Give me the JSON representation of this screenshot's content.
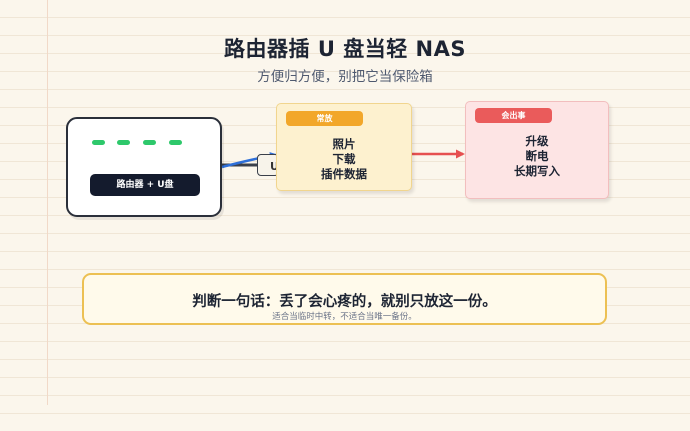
{
  "header": {
    "title": "路由器插 U 盘当轻 NAS",
    "subtitle": "方便归方便，别把它当保险箱"
  },
  "router": {
    "label": "路由器 + U盘",
    "usb_letter": "U",
    "led_color": "#2ec86b"
  },
  "normal_card": {
    "tag": "常放",
    "lines": [
      "照片",
      "下载",
      "插件数据"
    ],
    "accent": "#f2a72a"
  },
  "issue_card": {
    "tag": "会出事",
    "lines": [
      "升级",
      "断电",
      "长期写入"
    ],
    "accent": "#ea5b5b"
  },
  "verdict": {
    "main": "判断一句话：丢了会心疼的，就别只放这一份。",
    "sub": "适合当临时中转，不适合当唯一备份。",
    "border": "#ecc053"
  }
}
